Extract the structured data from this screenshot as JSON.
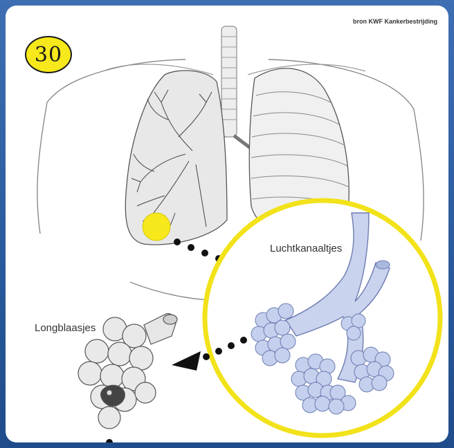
{
  "page_number": "30",
  "source_credit": "bron KWF Kankerbestrijding",
  "labels": {
    "bronchioles": "Luchtkanaaltjes",
    "alveoli": "Longblaasjes"
  },
  "colors": {
    "background": "#2c5d9f",
    "highlight": "#f6e81a",
    "bronchiole_fill": "#c9d3ee"
  }
}
